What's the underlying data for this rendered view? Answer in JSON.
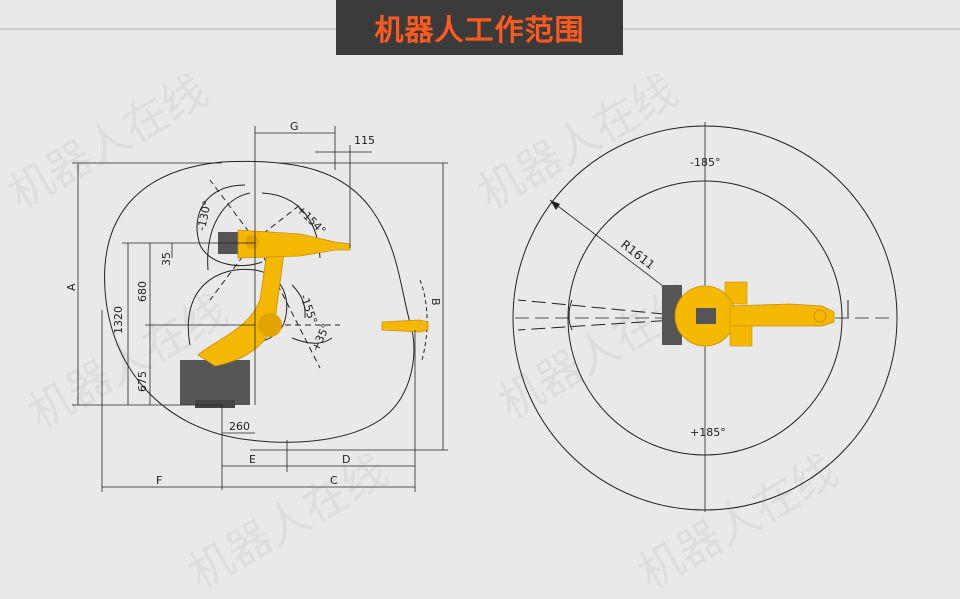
{
  "header": {
    "title": "机器人工作范围"
  },
  "side_view": {
    "dimension_labels": {
      "G": "G",
      "d115": "115",
      "A": "A",
      "d1320": "1320",
      "d680": "680",
      "d35": "35",
      "d675": "675",
      "B": "B",
      "d260": "260",
      "E": "E",
      "D": "D",
      "F": "F",
      "C": "C"
    },
    "angle_labels": {
      "a1": "-130°",
      "a2": "+154°",
      "a3": "-155°",
      "a4": "+35°"
    }
  },
  "top_view": {
    "angle_top": "-185°",
    "angle_bottom": "+185°",
    "radius_label": "R1611"
  },
  "watermark": {
    "text": "机器人在线"
  },
  "colors": {
    "robot": "#f5b800",
    "robot_shade": "#e3a400",
    "base": "#555555",
    "accent": "#ff5a1f"
  }
}
